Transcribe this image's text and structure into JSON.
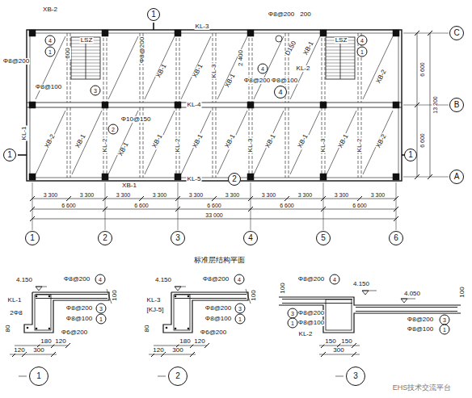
{
  "diagram": {
    "title": "标准层结构平面",
    "nodes": [
      {
        "text": [
          "1"
        ]
      },
      {
        "text": [
          "2"
        ]
      },
      {
        "text": [
          "3"
        ]
      },
      {
        "text": [
          "4"
        ]
      },
      {
        "text": [
          "5"
        ]
      },
      {
        "text": [
          "6"
        ]
      },
      {
        "text": [
          "C"
        ]
      },
      {
        "text": [
          "B"
        ]
      },
      {
        "text": [
          "A"
        ]
      },
      {
        "text": [
          "1"
        ]
      },
      {
        "text": [
          "1"
        ]
      },
      {
        "text": [
          "1"
        ]
      },
      {
        "text": [
          "2"
        ]
      },
      {
        "text": [
          "4"
        ]
      },
      {
        "text": [
          "1"
        ]
      },
      {
        "text": [
          "2"
        ]
      },
      {
        "text": [
          "3"
        ]
      }
    ],
    "labels": [
      "XB-2",
      "KL-3",
      "LSZ",
      "LSZ",
      "600",
      "Φ8@200",
      "Φ8@200",
      "Φ8@200",
      "200",
      "D150",
      "Φ8@100",
      "Φ8@200",
      "Φ8@100",
      "KL-4",
      "KL-2",
      "2 400",
      "Φ10@150",
      "XB-1",
      "KL-5",
      "KL-1",
      "XB-1",
      "XB-1",
      "KL-3",
      "XB-1",
      "XB-1",
      "XB-2",
      "XB-2",
      "XB-1",
      "KL-2",
      "XB-1",
      "XB-1",
      "KL-2",
      "XB-1",
      "XB-1",
      "KL-3",
      "XB-1",
      "XB-1",
      "KL-3",
      "XB-1",
      "KL-2",
      "XB-2",
      "3 300",
      "3 300",
      "3 300",
      "3 300",
      "3 300",
      "3 300",
      "3 300",
      "3 300",
      "3 300",
      "3 300",
      "6 600",
      "6 600",
      "6 600",
      "6 600",
      "6 600",
      "33 000",
      "6 600",
      "6 600",
      "13 200",
      "4",
      "1",
      "3",
      "4",
      "1",
      "2",
      "4",
      "4.150",
      "Φ8@200",
      "4",
      "100",
      "KL-1",
      "2Φ8",
      "Φ8@200",
      "3",
      "Φ8@100",
      "1",
      "80",
      "Φ6@200",
      "180",
      "120",
      "120",
      "300",
      "4.150",
      "Φ8@200",
      "4",
      "100",
      "KL-3",
      "[KJ-5]",
      "Φ8@200",
      "3",
      "Φ8@100",
      "1",
      "Φ6@200",
      "80",
      "180",
      "120",
      "120",
      "300",
      "100",
      "Φ8@200",
      "4",
      "4.150",
      "4.050",
      "100",
      "Φ8@200",
      "3",
      "Φ8@100",
      "1",
      "KL-2",
      "Φ8@200",
      "3",
      "Φ8@100",
      "1",
      "150",
      "150",
      "300",
      "EHS技术交流平台"
    ]
  }
}
